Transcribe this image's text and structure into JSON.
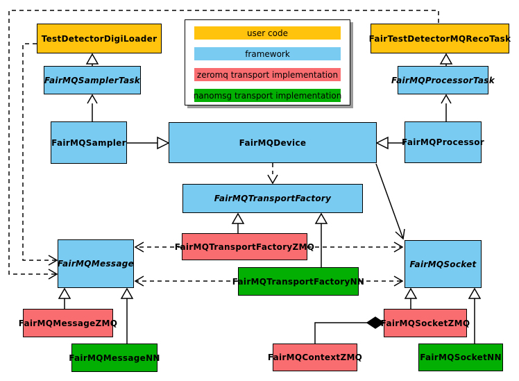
{
  "colors": {
    "user_code": "#FFC20D",
    "framework": "#79CBF2",
    "zeromq": "#F96D70",
    "nanomsg": "#04AF04",
    "line": "#000000",
    "legend_shadow": "#9a9a9a"
  },
  "legend": {
    "items": [
      {
        "label": "user code",
        "color_key": "user_code"
      },
      {
        "label": "framework",
        "color_key": "framework"
      },
      {
        "label": "zeromq transport implementation",
        "color_key": "zeromq"
      },
      {
        "label": "nanomsg transport implementation",
        "color_key": "nanomsg"
      }
    ]
  },
  "nodes": {
    "test_detector_digi_loader": {
      "label": "TestDetectorDigiLoader",
      "category": "user_code",
      "abstract": false
    },
    "fair_test_detector_mq_reco_task": {
      "label": "FairTestDetectorMQRecoTask",
      "category": "user_code",
      "abstract": false
    },
    "fairmq_sampler_task": {
      "label": "FairMQSamplerTask",
      "category": "framework",
      "abstract": true
    },
    "fairmq_processor_task": {
      "label": "FairMQProcessorTask",
      "category": "framework",
      "abstract": true
    },
    "fairmq_sampler": {
      "label": "FairMQSampler",
      "category": "framework",
      "abstract": false
    },
    "fairmq_device": {
      "label": "FairMQDevice",
      "category": "framework",
      "abstract": false
    },
    "fairmq_processor": {
      "label": "FairMQProcessor",
      "category": "framework",
      "abstract": false
    },
    "fairmq_transport_factory": {
      "label": "FairMQTransportFactory",
      "category": "framework",
      "abstract": true
    },
    "fairmq_transport_factory_zmq": {
      "label": "FairMQTransportFactoryZMQ",
      "category": "zeromq",
      "abstract": false
    },
    "fairmq_transport_factory_nn": {
      "label": "FairMQTransportFactoryNN",
      "category": "nanomsg",
      "abstract": false
    },
    "fairmq_message": {
      "label": "FairMQMessage",
      "category": "framework",
      "abstract": true
    },
    "fairmq_socket": {
      "label": "FairMQSocket",
      "category": "framework",
      "abstract": true
    },
    "fairmq_message_zmq": {
      "label": "FairMQMessageZMQ",
      "category": "zeromq",
      "abstract": false
    },
    "fairmq_message_nn": {
      "label": "FairMQMessageNN",
      "category": "nanomsg",
      "abstract": false
    },
    "fairmq_socket_zmq": {
      "label": "FairMQSocketZMQ",
      "category": "zeromq",
      "abstract": false
    },
    "fairmq_socket_nn": {
      "label": "FairMQSocketNN",
      "category": "nanomsg",
      "abstract": false
    },
    "fairmq_context_zmq": {
      "label": "FairMQContextZMQ",
      "category": "zeromq",
      "abstract": false
    }
  },
  "edges": [
    {
      "from": "fairmq_sampler_task",
      "to": "test_detector_digi_loader",
      "type": "inheritance-triangle",
      "style": "solid"
    },
    {
      "from": "fairmq_sampler",
      "to": "fairmq_sampler_task",
      "type": "open-arrow",
      "style": "solid"
    },
    {
      "from": "fairmq_sampler",
      "to": "fairmq_device",
      "type": "inheritance-triangle",
      "style": "solid"
    },
    {
      "from": "fairmq_processor_task",
      "to": "fair_test_detector_mq_reco_task",
      "type": "inheritance-triangle",
      "style": "solid"
    },
    {
      "from": "fairmq_processor",
      "to": "fairmq_processor_task",
      "type": "open-arrow",
      "style": "solid"
    },
    {
      "from": "fairmq_processor",
      "to": "fairmq_device",
      "type": "inheritance-triangle",
      "style": "solid"
    },
    {
      "from": "fairmq_device",
      "to": "fairmq_transport_factory",
      "type": "open-arrow",
      "style": "dashed"
    },
    {
      "from": "fairmq_device",
      "to": "fairmq_socket",
      "type": "open-arrow",
      "style": "solid"
    },
    {
      "from": "fairmq_transport_factory_zmq",
      "to": "fairmq_transport_factory",
      "type": "inheritance-triangle",
      "style": "solid"
    },
    {
      "from": "fairmq_transport_factory_nn",
      "to": "fairmq_transport_factory",
      "type": "inheritance-triangle",
      "style": "solid"
    },
    {
      "from": "fairmq_transport_factory_zmq",
      "to": "fairmq_message",
      "type": "open-arrow",
      "style": "dashed"
    },
    {
      "from": "fairmq_transport_factory_zmq",
      "to": "fairmq_socket",
      "type": "open-arrow",
      "style": "dashed"
    },
    {
      "from": "fairmq_transport_factory_nn",
      "to": "fairmq_message",
      "type": "open-arrow",
      "style": "dashed"
    },
    {
      "from": "fairmq_transport_factory_nn",
      "to": "fairmq_socket",
      "type": "open-arrow",
      "style": "dashed"
    },
    {
      "from": "test_detector_digi_loader",
      "to": "fairmq_message",
      "type": "open-arrow",
      "style": "dashed"
    },
    {
      "from": "fair_test_detector_mq_reco_task",
      "to": "fairmq_message",
      "type": "open-arrow",
      "style": "dashed"
    },
    {
      "from": "fairmq_message_zmq",
      "to": "fairmq_message",
      "type": "inheritance-triangle",
      "style": "solid"
    },
    {
      "from": "fairmq_message_nn",
      "to": "fairmq_message",
      "type": "inheritance-triangle",
      "style": "solid"
    },
    {
      "from": "fairmq_socket_zmq",
      "to": "fairmq_socket",
      "type": "inheritance-triangle",
      "style": "solid"
    },
    {
      "from": "fairmq_socket_nn",
      "to": "fairmq_socket",
      "type": "inheritance-triangle",
      "style": "solid"
    },
    {
      "from": "fairmq_context_zmq",
      "to": "fairmq_socket_zmq",
      "type": "composition-diamond",
      "style": "solid"
    }
  ]
}
